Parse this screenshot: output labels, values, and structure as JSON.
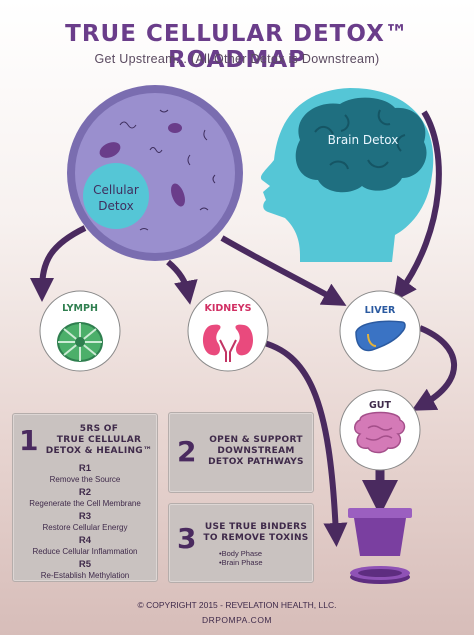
{
  "header": {
    "title": "TRUE CELLULAR DETOX™ ROADMAP",
    "subtitle": "Get Upstream... (All Other Detox is Downstream)"
  },
  "nodes": {
    "cellular": {
      "line1": "Cellular",
      "line2": "Detox"
    },
    "brain": {
      "label": "Brain Detox"
    },
    "lymph": {
      "label": "LYMPH",
      "color": "#2f7f4f"
    },
    "kidneys": {
      "label": "KIDNEYS",
      "color": "#d12f63"
    },
    "liver": {
      "label": "LIVER",
      "color": "#2b5aa0"
    },
    "gut": {
      "label": "GUT",
      "color": "#3f2a4a"
    }
  },
  "steps": {
    "box1": {
      "number": "1",
      "title_lines": [
        "5RS OF",
        "TRUE CELLULAR",
        "DETOX & HEALING™"
      ],
      "items": [
        {
          "key": "R1",
          "text": "Remove the Source"
        },
        {
          "key": "R2",
          "text": "Regenerate the Cell Membrane"
        },
        {
          "key": "R3",
          "text": "Restore Cellular Energy"
        },
        {
          "key": "R4",
          "text": "Reduce Cellular Inflammation"
        },
        {
          "key": "R5",
          "text": "Re-Establish Methylation"
        }
      ]
    },
    "box2": {
      "number": "2",
      "title_lines": [
        "OPEN & SUPPORT",
        "DOWNSTREAM",
        "DETOX PATHWAYS"
      ]
    },
    "box3": {
      "number": "3",
      "title_lines": [
        "USE TRUE BINDERS",
        "TO REMOVE TOXINS"
      ],
      "bullets": [
        "•Body Phase",
        "•Brain Phase"
      ]
    }
  },
  "footer": {
    "copyright": "© COPYRIGHT 2015 - REVELATION HEALTH, LLC.",
    "site": "DRPOMPA.COM"
  },
  "colors": {
    "title": "#6a3d8a",
    "arrow": "#4a2a5f",
    "cell_outer": "#7a6db0",
    "cell_inner": "#9a8fce",
    "brain": "#1f6f80",
    "head": "#55c6d6",
    "cup": "#7a3fa0"
  }
}
